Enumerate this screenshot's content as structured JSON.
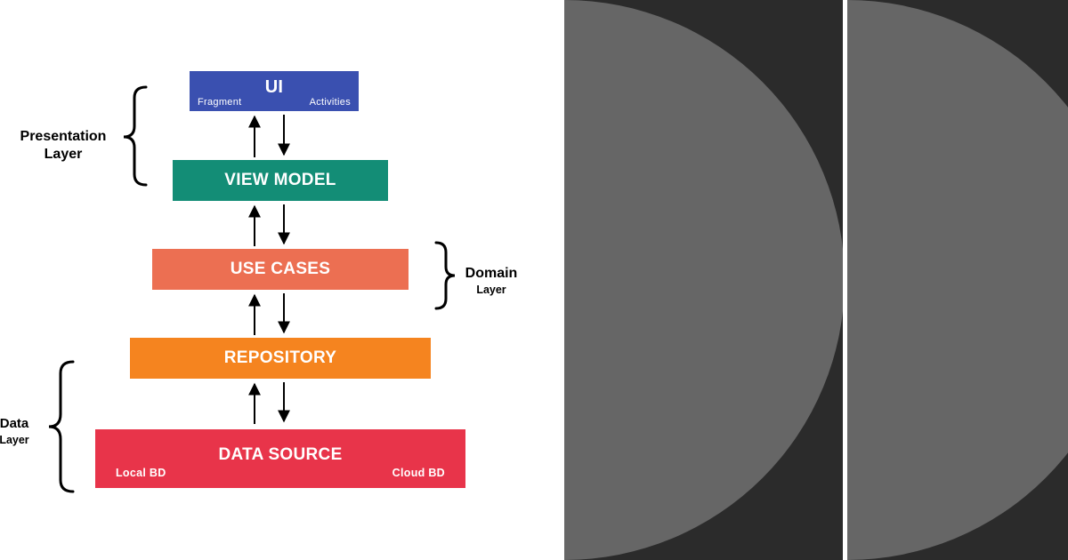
{
  "diagram": {
    "layers": [
      {
        "key": "ui",
        "title": "UI",
        "left_note": "Fragment",
        "right_note": "Activities",
        "color": "#3a50b0"
      },
      {
        "key": "view_model",
        "title": "VIEW MODEL",
        "color": "#138d76"
      },
      {
        "key": "use_cases",
        "title": "USE CASES",
        "color": "#ec6f52"
      },
      {
        "key": "repository",
        "title": "REPOSITORY",
        "color": "#f5841f"
      },
      {
        "key": "data_source",
        "title": "DATA SOURCE",
        "left_note": "Local BD",
        "right_note": "Cloud BD",
        "color": "#e8344a"
      }
    ],
    "groups": {
      "presentation": {
        "line1": "Presentation",
        "line2": "Layer"
      },
      "domain": {
        "line1": "Domain",
        "line2": "Layer"
      },
      "data": {
        "line1": "Data",
        "line2": "Layer"
      }
    },
    "arrow_color": "#000000"
  },
  "right_panel": {
    "background": "#2b2b2b",
    "shape_color": "#666666",
    "divider_color": "#ffffff"
  }
}
